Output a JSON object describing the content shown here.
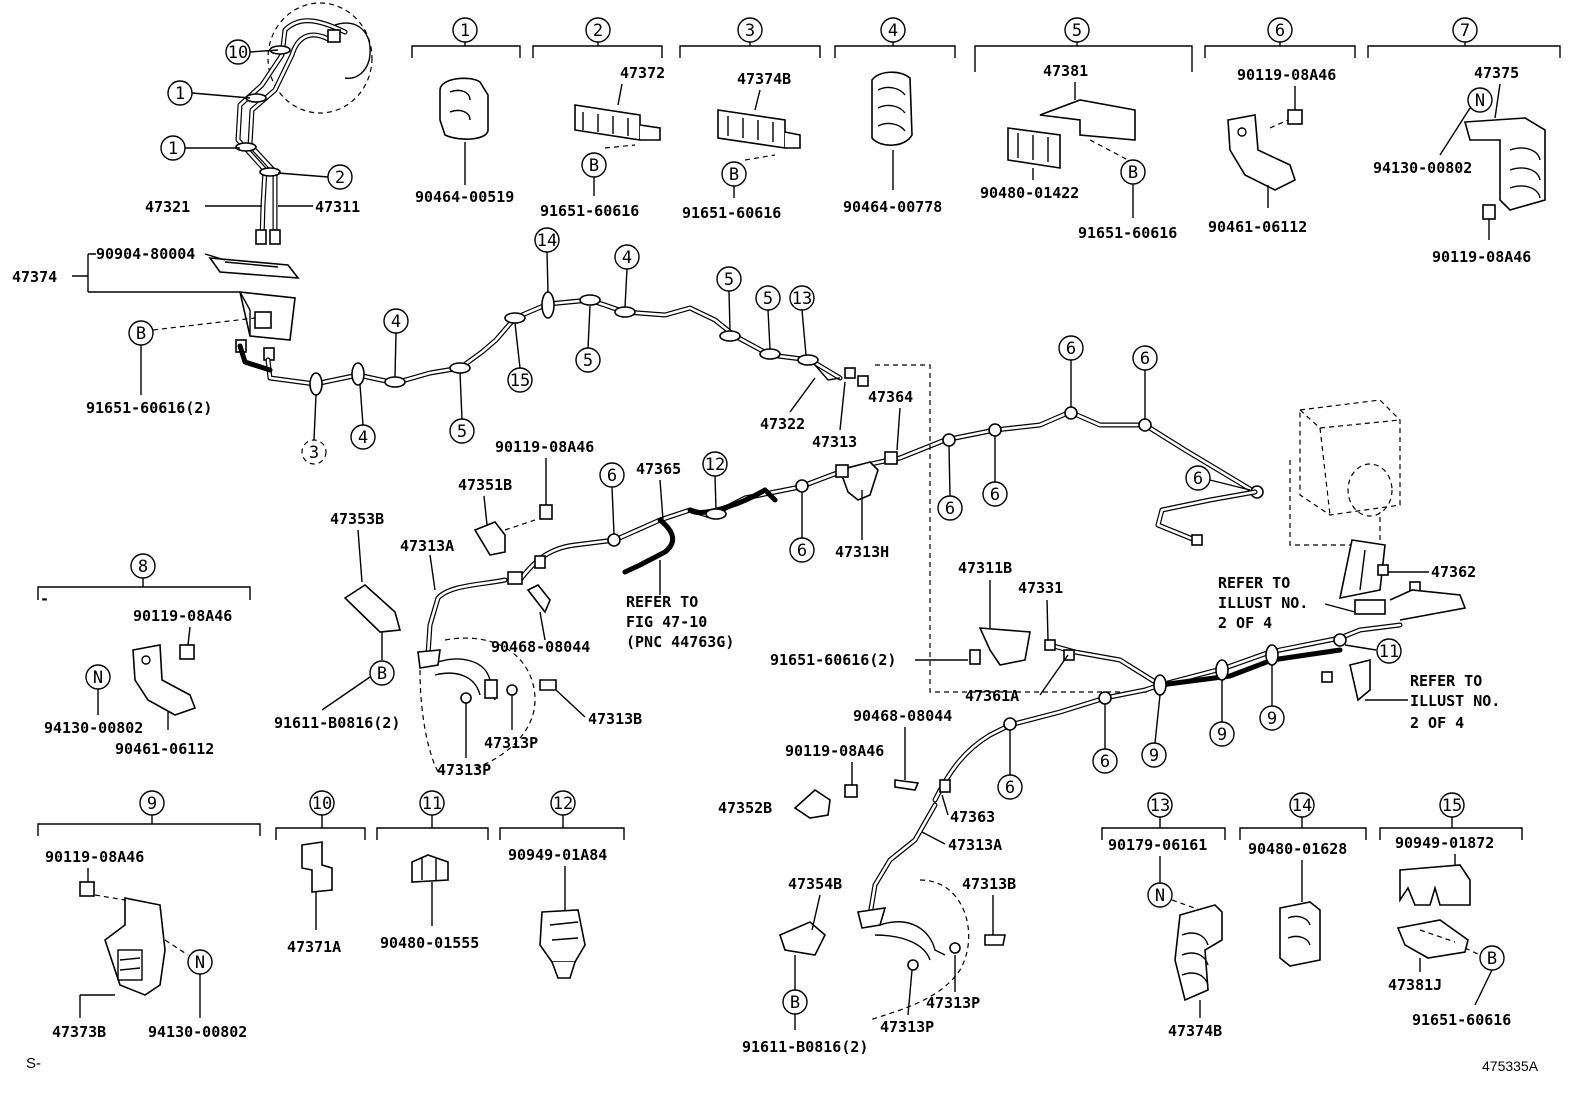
{
  "footer": {
    "left_mark": "S-",
    "figure_id": "475335A"
  },
  "legend_groups": [
    {
      "num": "1",
      "parts": [
        "90464-00519"
      ]
    },
    {
      "num": "2",
      "parts": [
        "47372",
        "91651-60616"
      ],
      "callouts": [
        "B"
      ]
    },
    {
      "num": "3",
      "parts": [
        "47374B",
        "91651-60616"
      ],
      "callouts": [
        "B"
      ]
    },
    {
      "num": "4",
      "parts": [
        "90464-00778"
      ]
    },
    {
      "num": "5",
      "parts": [
        "47381",
        "90480-01422",
        "91651-60616"
      ],
      "callouts": [
        "B"
      ]
    },
    {
      "num": "6",
      "parts": [
        "90119-08A46",
        "90461-06112"
      ]
    },
    {
      "num": "7",
      "parts": [
        "47375",
        "94130-00802",
        "90119-08A46"
      ],
      "callouts": [
        "N"
      ]
    },
    {
      "num": "8",
      "parts": [
        "90119-08A46",
        "94130-00802",
        "90461-06112"
      ],
      "callouts": [
        "N"
      ]
    },
    {
      "num": "9",
      "parts": [
        "90119-08A46",
        "47373B",
        "94130-00802"
      ],
      "callouts": [
        "N"
      ]
    },
    {
      "num": "10",
      "parts": [
        "47371A"
      ]
    },
    {
      "num": "11",
      "parts": [
        "90480-01555"
      ]
    },
    {
      "num": "12",
      "parts": [
        "90949-01A84"
      ]
    },
    {
      "num": "13",
      "parts": [
        "90179-06161",
        "47374B"
      ],
      "callouts": [
        "N"
      ]
    },
    {
      "num": "14",
      "parts": [
        "90480-01628"
      ]
    },
    {
      "num": "15",
      "parts": [
        "90949-01872",
        "47381J",
        "91651-60616"
      ],
      "callouts": [
        "B"
      ]
    }
  ],
  "main_labels": {
    "p47321": "47321",
    "p47311": "47311",
    "p47374": "47374",
    "p90904": "90904-80004",
    "p91651_2": "91651-60616(2)",
    "p47322": "47322",
    "p47313": "47313",
    "p47364": "47364",
    "p90119_mid": "90119-08A46",
    "p47351B": "47351B",
    "p47365": "47365",
    "p47353B": "47353B",
    "p47313A": "47313A",
    "p90468": "90468-08044",
    "p47313B": "47313B",
    "p47313P_a": "47313P",
    "p47313P_b": "47313P",
    "p91611": "91611-B0816(2)",
    "p47313H": "47313H",
    "p47311B": "47311B",
    "p47331": "47331",
    "p91651_r": "91651-60616(2)",
    "p47361A": "47361A",
    "p47362": "47362",
    "p90468_r": "90468-08044",
    "p90119_r": "90119-08A46",
    "p47352B": "47352B",
    "p47363": "47363",
    "p47313A_r": "47313A",
    "p47354B": "47354B",
    "p47313B_r": "47313B",
    "p47313P_c": "47313P",
    "p47313P_d": "47313P",
    "p91611_r": "91611-B0816(2)"
  },
  "refer_notes": {
    "fig": [
      "REFER TO",
      "FIG 47-10",
      "(PNC 44763G)"
    ],
    "illust_a": [
      "REFER TO",
      "ILLUST NO.",
      "2 OF 4"
    ],
    "illust_b": [
      "REFER TO",
      "ILLUST NO.",
      "2 OF 4"
    ]
  }
}
